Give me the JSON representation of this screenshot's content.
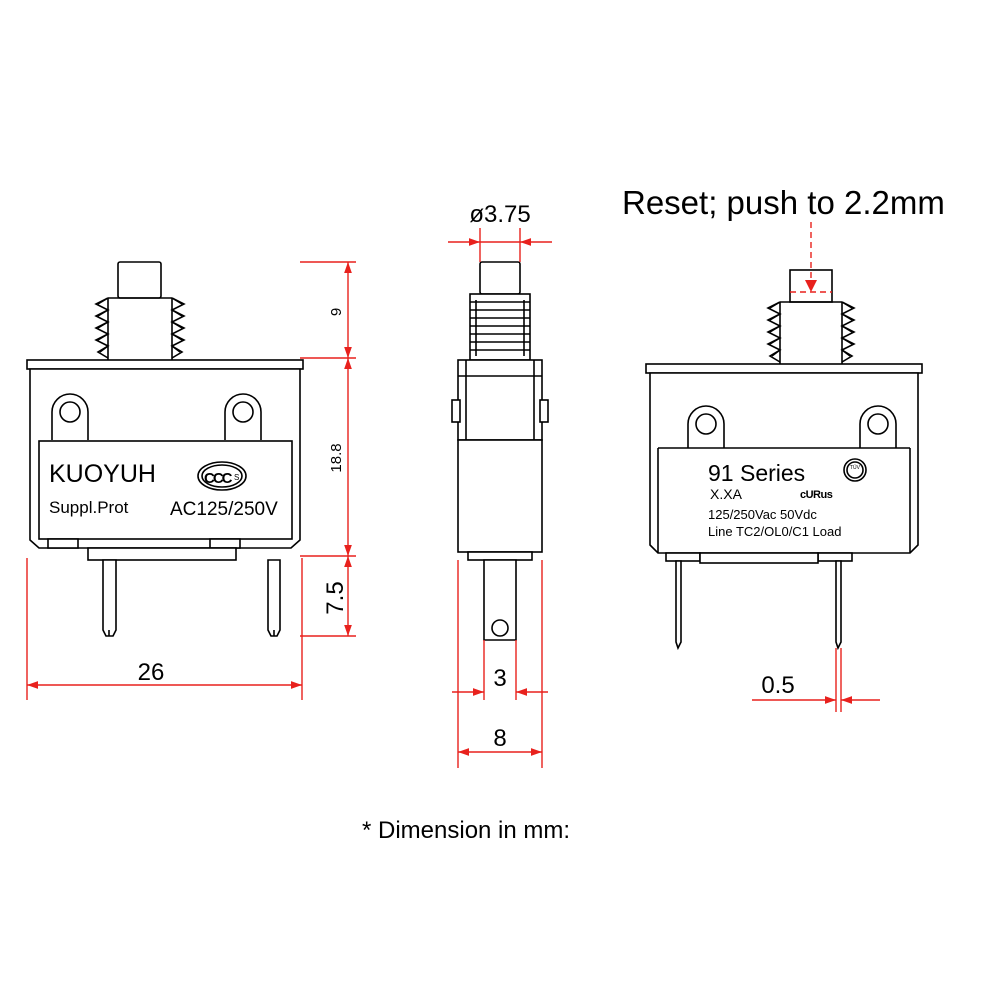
{
  "reset_note": "Reset; push to 2.2mm",
  "footer_note": "* Dimension in mm:",
  "front_view": {
    "brand": "KUOYUH",
    "cert_mark": "CCC",
    "cert_sub": "S",
    "subtitle": "Suppl.Prot",
    "rating": "AC125/250V",
    "dims": {
      "button_height": "9",
      "body_height": "18.8",
      "terminal_length": "7.5",
      "width": "26"
    }
  },
  "side_view": {
    "dims": {
      "button_diameter": "ø3.75",
      "terminal_width": "3",
      "depth": "8"
    }
  },
  "back_view": {
    "series": "91 Series",
    "model": "X.XA",
    "tuv_mark": "TÜV",
    "ul_mark": "cURus",
    "rating": "125/250Vac 50Vdc",
    "terminals": "Line  TC2/OL0/C1 Load",
    "dims": {
      "terminal_thickness": "0.5"
    }
  },
  "colors": {
    "dimension": "#e8211d",
    "outline": "#000000"
  }
}
